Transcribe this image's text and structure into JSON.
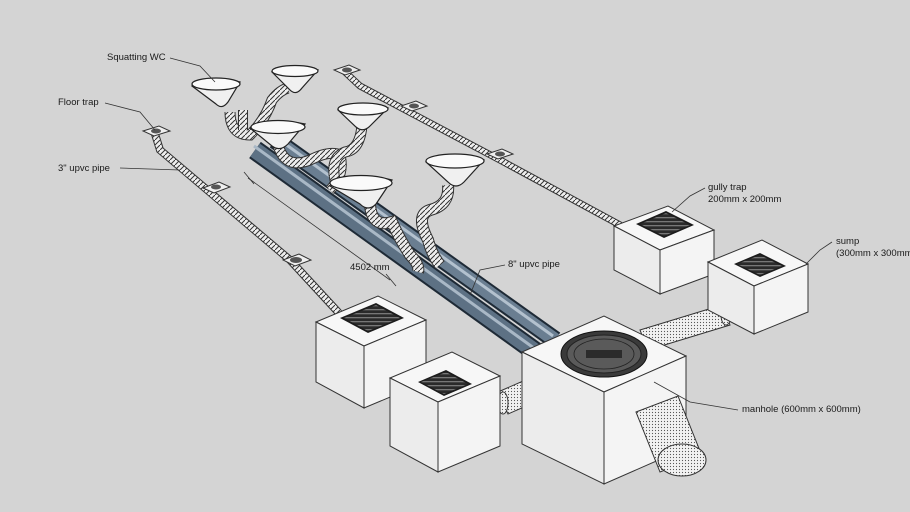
{
  "labels": {
    "squatting_wc": "Squatting WC",
    "floor_trap": "Floor trap",
    "upvc_3": "3\" upvc pipe",
    "dimension": "4502 mm",
    "upvc_8": "8\" upvc pipe",
    "gully_trap_title": "gully trap",
    "gully_trap_size": "200mm x 200mm",
    "sump_title": "sump",
    "sump_size": "(300mm x 300mm)",
    "manhole": "manhole (600mm x 600mm)"
  }
}
